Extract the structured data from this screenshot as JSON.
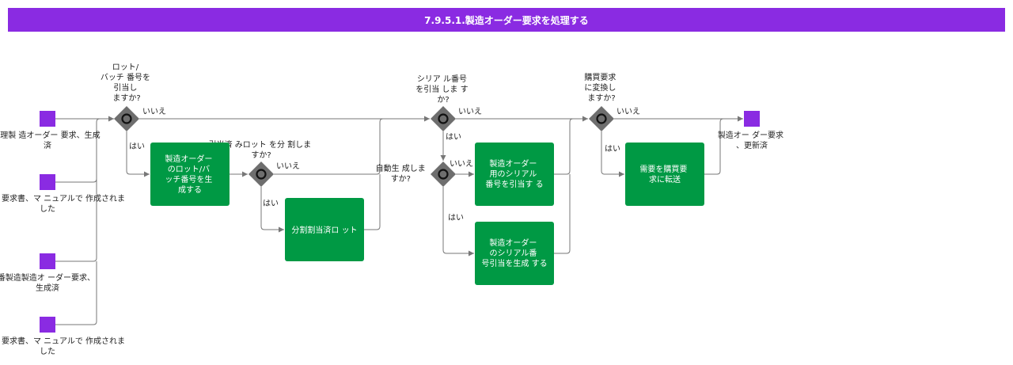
{
  "title": "7.9.5.1.製造オーダー要求を処理する",
  "start_events": [
    [
      "管理製 造オーダー 要求、生成",
      "済"
    ],
    [
      "オーダー 要求書、マ ニュアルで 作成されま",
      "した"
    ],
    [
      "番製造製造オ ーダー要求、",
      "生成済"
    ],
    [
      "オーダー 要求書、マ ニュアルで 作成されま",
      "した"
    ]
  ],
  "end_event": [
    "製造オー ダー要求",
    "、更新済"
  ],
  "gateways": [
    [
      "ロット/",
      "バッチ 番号を",
      "引当し",
      "ますか?"
    ],
    [
      "引当済 みロット を分 割しま",
      "すか?"
    ],
    [
      "シリア ル番号",
      "を引当 しま す",
      "か?"
    ],
    [
      "自動生 成しま",
      "すか?"
    ],
    [
      "購買要求",
      "に変換し",
      "ますか?"
    ]
  ],
  "tasks": [
    [
      "製造オーダー",
      "のロット/バ",
      "ッチ番号を生",
      "成する"
    ],
    [
      "分割割当済ロ ット"
    ],
    [
      "製造オーダー",
      "用のシリアル",
      "番号を引当す る"
    ],
    [
      "製造オーダー",
      "のシリアル番",
      "号引当を生成 する"
    ],
    [
      "需要を購買要",
      "求に転送"
    ]
  ],
  "edge_labels": {
    "yes": "はい",
    "no": "いいえ"
  }
}
